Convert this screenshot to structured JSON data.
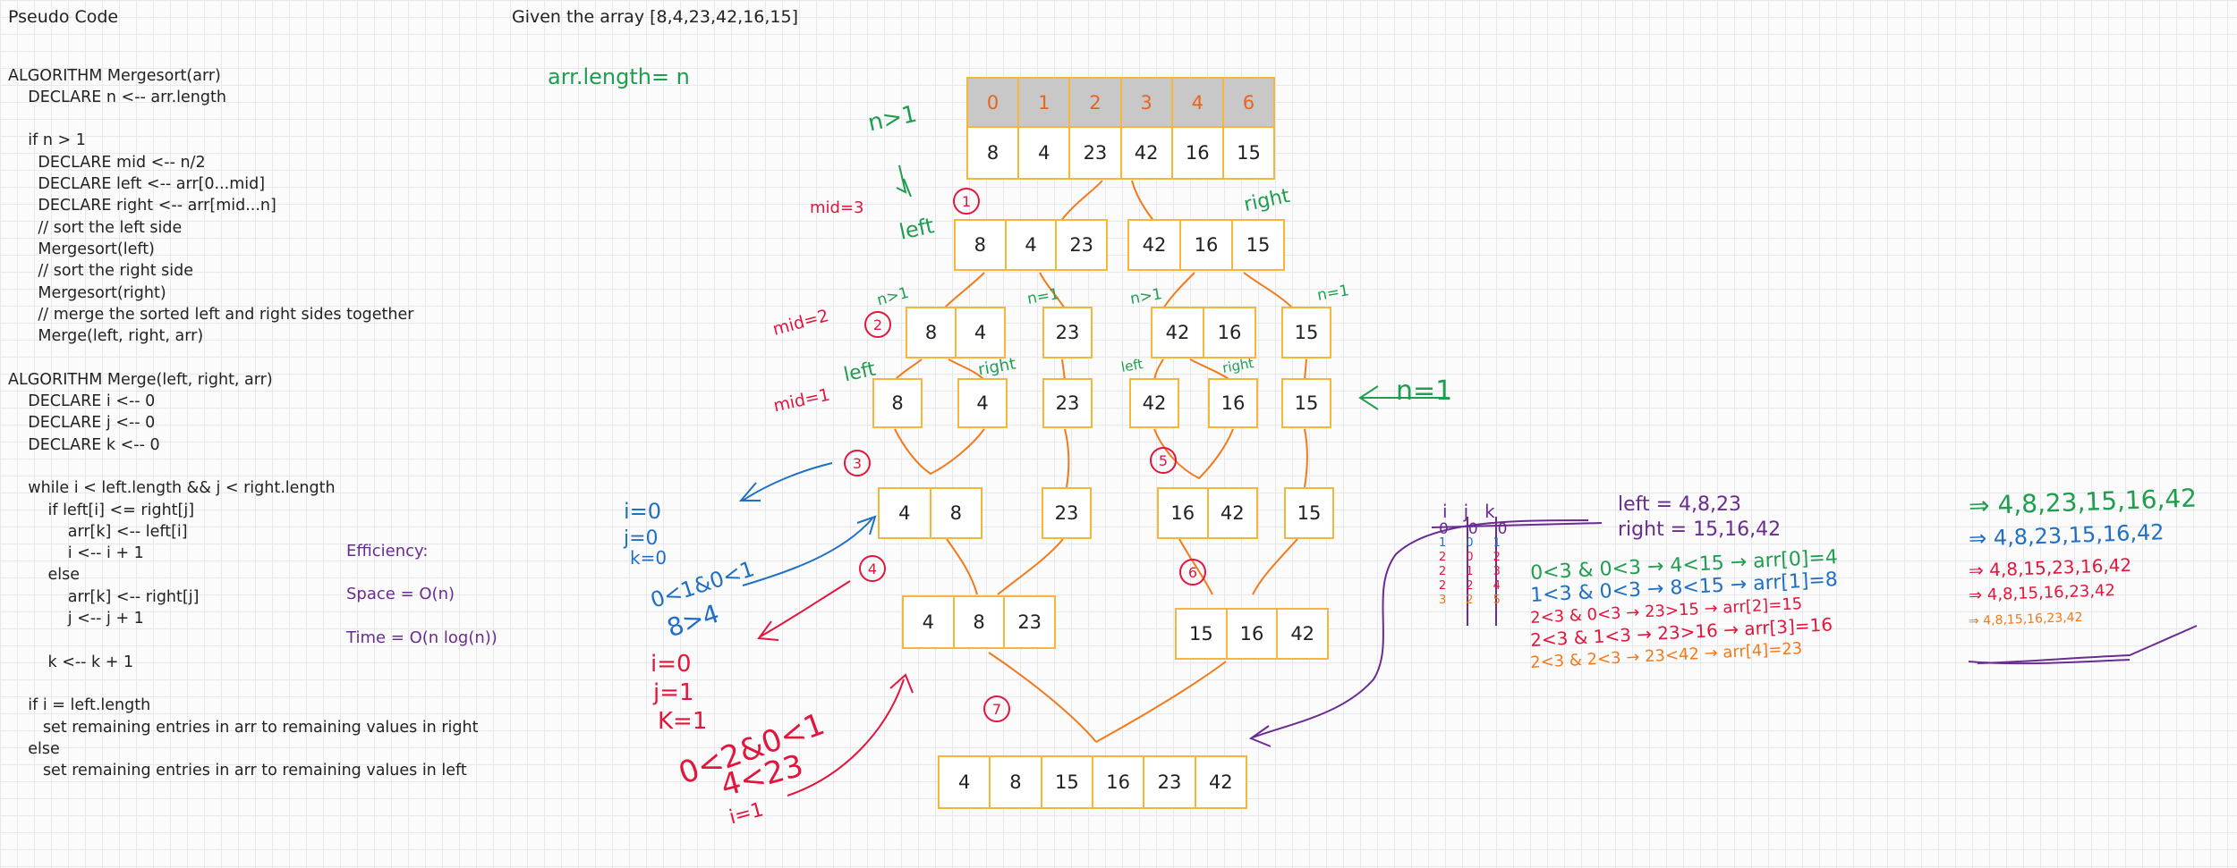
{
  "headers": {
    "pseudo": "Pseudo Code",
    "given": "Given the array [8,4,23,42,16,15]"
  },
  "code_lines": [
    "",
    "",
    "ALGORITHM Mergesort(arr)",
    "    DECLARE n <-- arr.length",
    "",
    "    if n > 1",
    "      DECLARE mid <-- n/2",
    "      DECLARE left <-- arr[0...mid]",
    "      DECLARE right <-- arr[mid...n]",
    "      // sort the left side",
    "      Mergesort(left)",
    "      // sort the right side",
    "      Mergesort(right)",
    "      // merge the sorted left and right sides together",
    "      Merge(left, right, arr)",
    "",
    "ALGORITHM Merge(left, right, arr)",
    "    DECLARE i <-- 0",
    "    DECLARE j <-- 0",
    "    DECLARE k <-- 0",
    "",
    "    while i < left.length && j < right.length",
    "        if left[i] <= right[j]",
    "            arr[k] <-- left[i]",
    "            i <-- i + 1",
    "        else",
    "            arr[k] <-- right[j]",
    "            j <-- j + 1",
    "",
    "        k <-- k + 1",
    "",
    "    if i = left.length",
    "       set remaining entries in arr to remaining values in right",
    "    else",
    "       set remaining entries in arr to remaining values in left"
  ],
  "efficiency": {
    "title": "Efficiency:",
    "space": "Space = O(n)",
    "time": "Time = O(n log(n))"
  },
  "arrays": {
    "index": [
      "0",
      "1",
      "2",
      "3",
      "4",
      "6"
    ],
    "top": [
      "8",
      "4",
      "23",
      "42",
      "16",
      "15"
    ],
    "l1_left": [
      "8",
      "4",
      "23"
    ],
    "l1_right": [
      "42",
      "16",
      "15"
    ],
    "l2_a": [
      "8",
      "4"
    ],
    "l2_b": [
      "23"
    ],
    "l2_c": [
      "42",
      "16"
    ],
    "l2_d": [
      "15"
    ],
    "l3_a": [
      "8"
    ],
    "l3_b": [
      "4"
    ],
    "l3_c": [
      "23"
    ],
    "l3_d": [
      "42"
    ],
    "l3_e": [
      "16"
    ],
    "l3_f": [
      "15"
    ],
    "m1_a": [
      "4",
      "8"
    ],
    "m1_b": [
      "23"
    ],
    "m1_c": [
      "16",
      "42"
    ],
    "m1_d": [
      "15"
    ],
    "m2_left": [
      "4",
      "8",
      "23"
    ],
    "m2_right": [
      "15",
      "16",
      "42"
    ],
    "final": [
      "4",
      "8",
      "15",
      "16",
      "23",
      "42"
    ]
  },
  "annotations": {
    "arr_length": "arr.length= n",
    "n_gt_1_top": "n>1",
    "mid3": "mid=3",
    "left1": "left",
    "right1": "right",
    "n_gt_1_2": "n>1",
    "n_eq_1_a": "n=1",
    "n_gt_1_3": "n>1",
    "n_eq_1_b": "n=1",
    "mid2": "mid=2",
    "mid1": "mid=1",
    "left2": "left",
    "right2": "right",
    "left3": "left",
    "right3": "right",
    "n_eq_1_big": "n=1",
    "blue_notes": [
      "i=0",
      "j=0",
      "k=0",
      "0<1&0<1",
      "8>4"
    ],
    "red_notes": [
      "i=0",
      "j=1",
      "K=1",
      "0<2&0<1",
      "4<23",
      "i=1"
    ],
    "steps": [
      "1",
      "2",
      "3",
      "4",
      "5",
      "6",
      "7"
    ],
    "left_vals": "left = 4,8,23",
    "right_vals": "right = 15,16,42"
  },
  "ijk_table": {
    "headers": [
      "i",
      "j",
      "k"
    ],
    "rows": [
      [
        "0",
        "0",
        "0"
      ],
      [
        "1",
        "0",
        "1"
      ],
      [
        "2",
        "0",
        "2"
      ],
      [
        "2",
        "1",
        "3"
      ],
      [
        "2",
        "2",
        "4"
      ],
      [
        "3",
        "2",
        "5"
      ]
    ]
  },
  "trace": [
    {
      "text": "0<3 & 0<3 → 4<15 → arr[0]=4",
      "color": "#1e9e4e"
    },
    {
      "text": "1<3 & 0<3 → 8<15 → arr[1]=8",
      "color": "#1f6fc4"
    },
    {
      "text": "2<3 & 0<3 → 23>15 → arr[2]=15",
      "color": "#e2163c"
    },
    {
      "text": "2<3 & 1<3 → 23>16 → arr[3]=16",
      "color": "#e2163c"
    },
    {
      "text": "2<3 & 2<3 → 23<42 → arr[4]=23",
      "color": "#f37a1a"
    }
  ],
  "results": [
    {
      "text": "⇒ 4,8,23,15,16,42",
      "color": "#1e9e4e"
    },
    {
      "text": "⇒ 4,8,23,15,16,42",
      "color": "#1f6fc4"
    },
    {
      "text": "⇒ 4,8,15,23,16,42",
      "color": "#e2163c"
    },
    {
      "text": "⇒ 4,8,15,16,23,42",
      "color": "#e2163c"
    },
    {
      "text": "⇒ 4,8,15,16,23,42",
      "color": "#f37a1a"
    }
  ]
}
